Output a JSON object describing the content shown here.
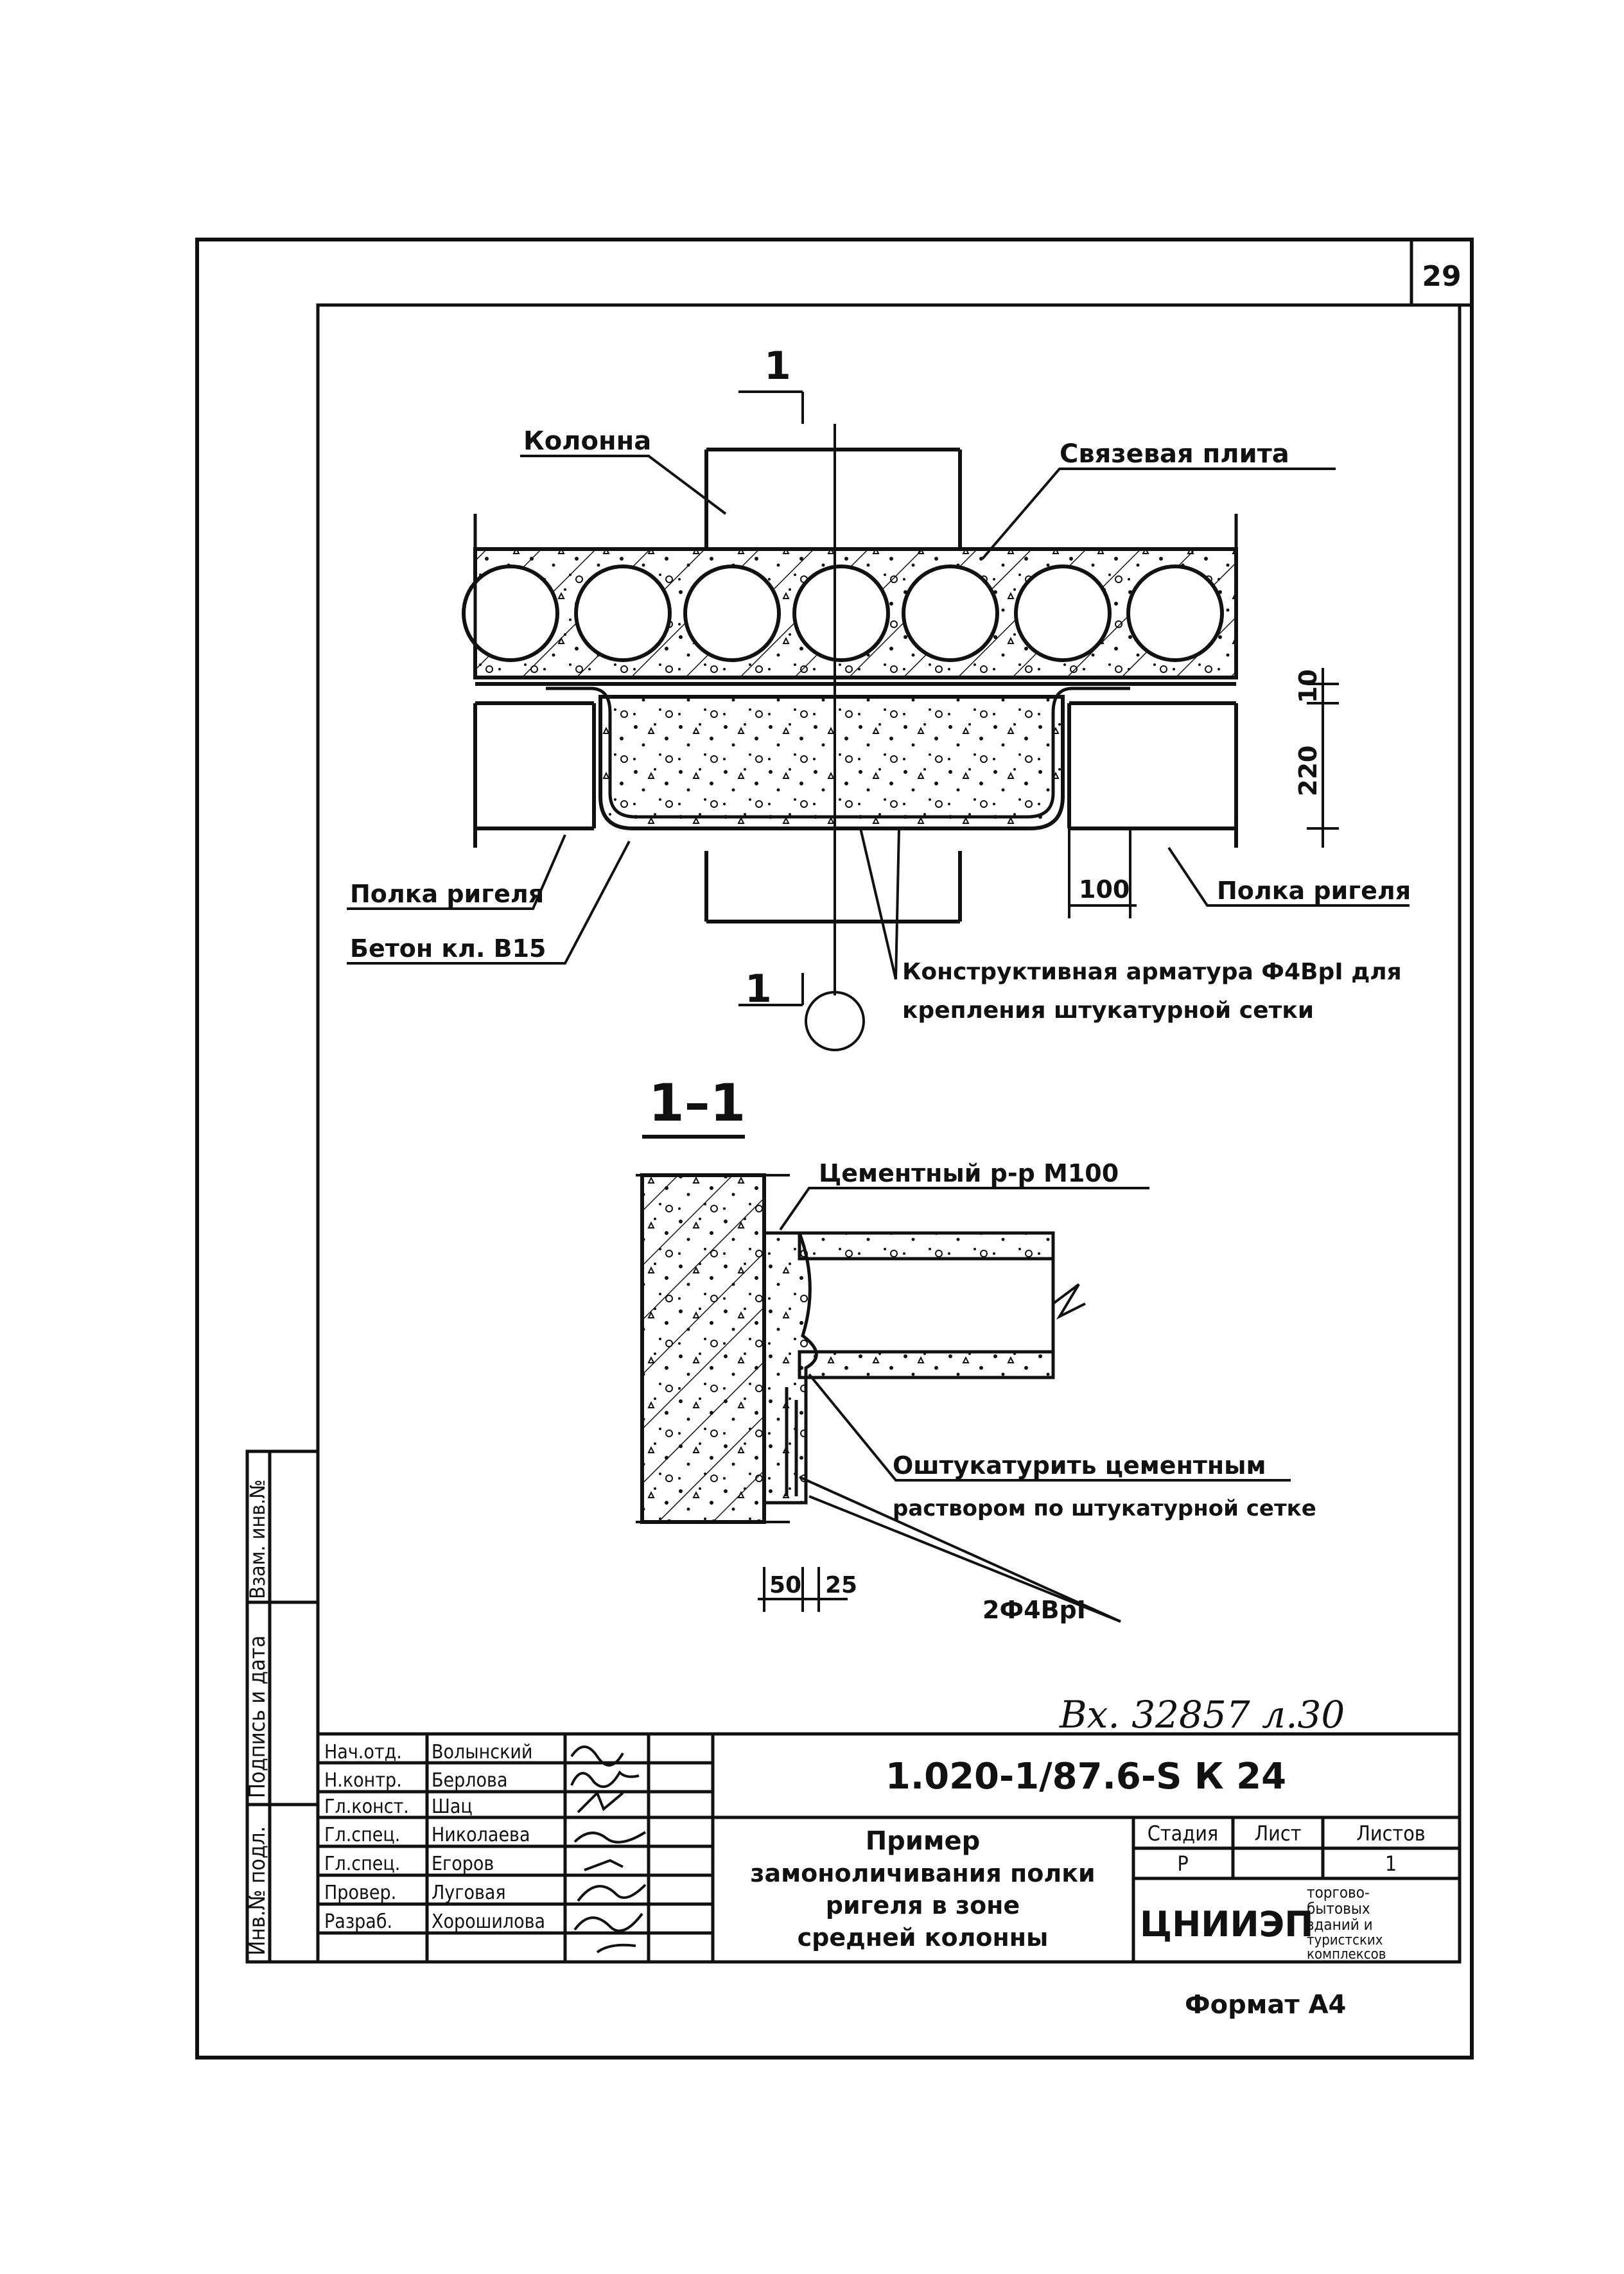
{
  "sheet": {
    "page_number": "29",
    "format": "Формат А4",
    "archive_note": "Вх. 32857 л.30"
  },
  "plan": {
    "section_mark": "1",
    "labels": {
      "column": "Колонна",
      "tie_slab": "Связевая плита",
      "beam_flange_left": "Полка ригеля",
      "beam_flange_right": "Полка ригеля",
      "concrete": "Бетон кл. В15",
      "rebar_line1": "Конструктивная арматура Ф4ВрI для",
      "rebar_line2": "крепления штукатурной сетки"
    },
    "dimensions": {
      "slab_gap": "10",
      "flange_height": "220",
      "flange_offset": "100"
    }
  },
  "section": {
    "title": "1–1",
    "mortar": "Цементный р-р М100",
    "plaster_line1": "Оштукатурить цементным",
    "plaster_line2": "раствором по штукатурной сетке",
    "rebar": "2Ф4ВрI",
    "dim_a": "50",
    "dim_b": "25"
  },
  "side_stamp": {
    "inv_no": "Инв.№ подл.",
    "sign_date": "Подпись и дата",
    "replace_inv": "Взам. инв.№"
  },
  "title_block": {
    "doc_code": "1.020-1/87.6-S  К 24",
    "title_line1": "Пример",
    "title_line2": "замоноличивания полки",
    "title_line3": "ригеля в зоне",
    "title_line4": "средней колонны",
    "stage_header": "Стадия",
    "sheet_header": "Лист",
    "sheets_header": "Листов",
    "stage_value": "Р",
    "sheet_value": "",
    "sheets_value": "1",
    "org": "ЦНИИЭП",
    "org_sub1": "торгово-",
    "org_sub2": "бытовых",
    "org_sub3": "зданий и",
    "org_sub4": "туристских",
    "org_sub5": "комплексов",
    "staff": [
      {
        "role": "Нач.отд.",
        "name": "Волынский"
      },
      {
        "role": "Н.контр.",
        "name": "Берлова"
      },
      {
        "role": "Гл.конст.",
        "name": "Шац"
      },
      {
        "role": "Гл.спец.",
        "name": "Николаева"
      },
      {
        "role": "Гл.спец.",
        "name": "Егоров"
      },
      {
        "role": "Провер.",
        "name": "Луговая"
      },
      {
        "role": "Разраб.",
        "name": "Хорошилова"
      }
    ]
  }
}
